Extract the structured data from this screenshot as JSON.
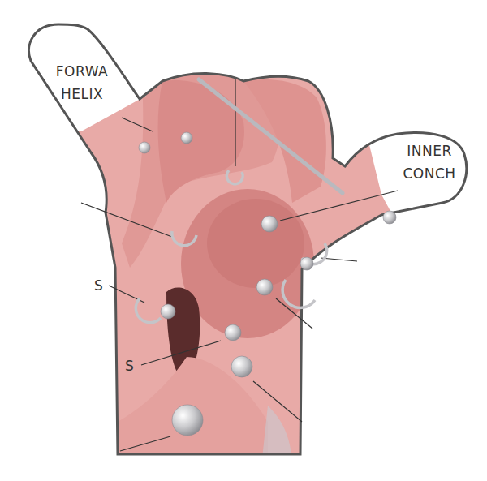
{
  "diagram": {
    "nodes": [
      {
        "text": [
          "FORWA HELIX"
        ]
      },
      {
        "text": [
          "INNER CONCH"
        ]
      }
    ],
    "labels": [
      "S",
      "S"
    ]
  }
}
